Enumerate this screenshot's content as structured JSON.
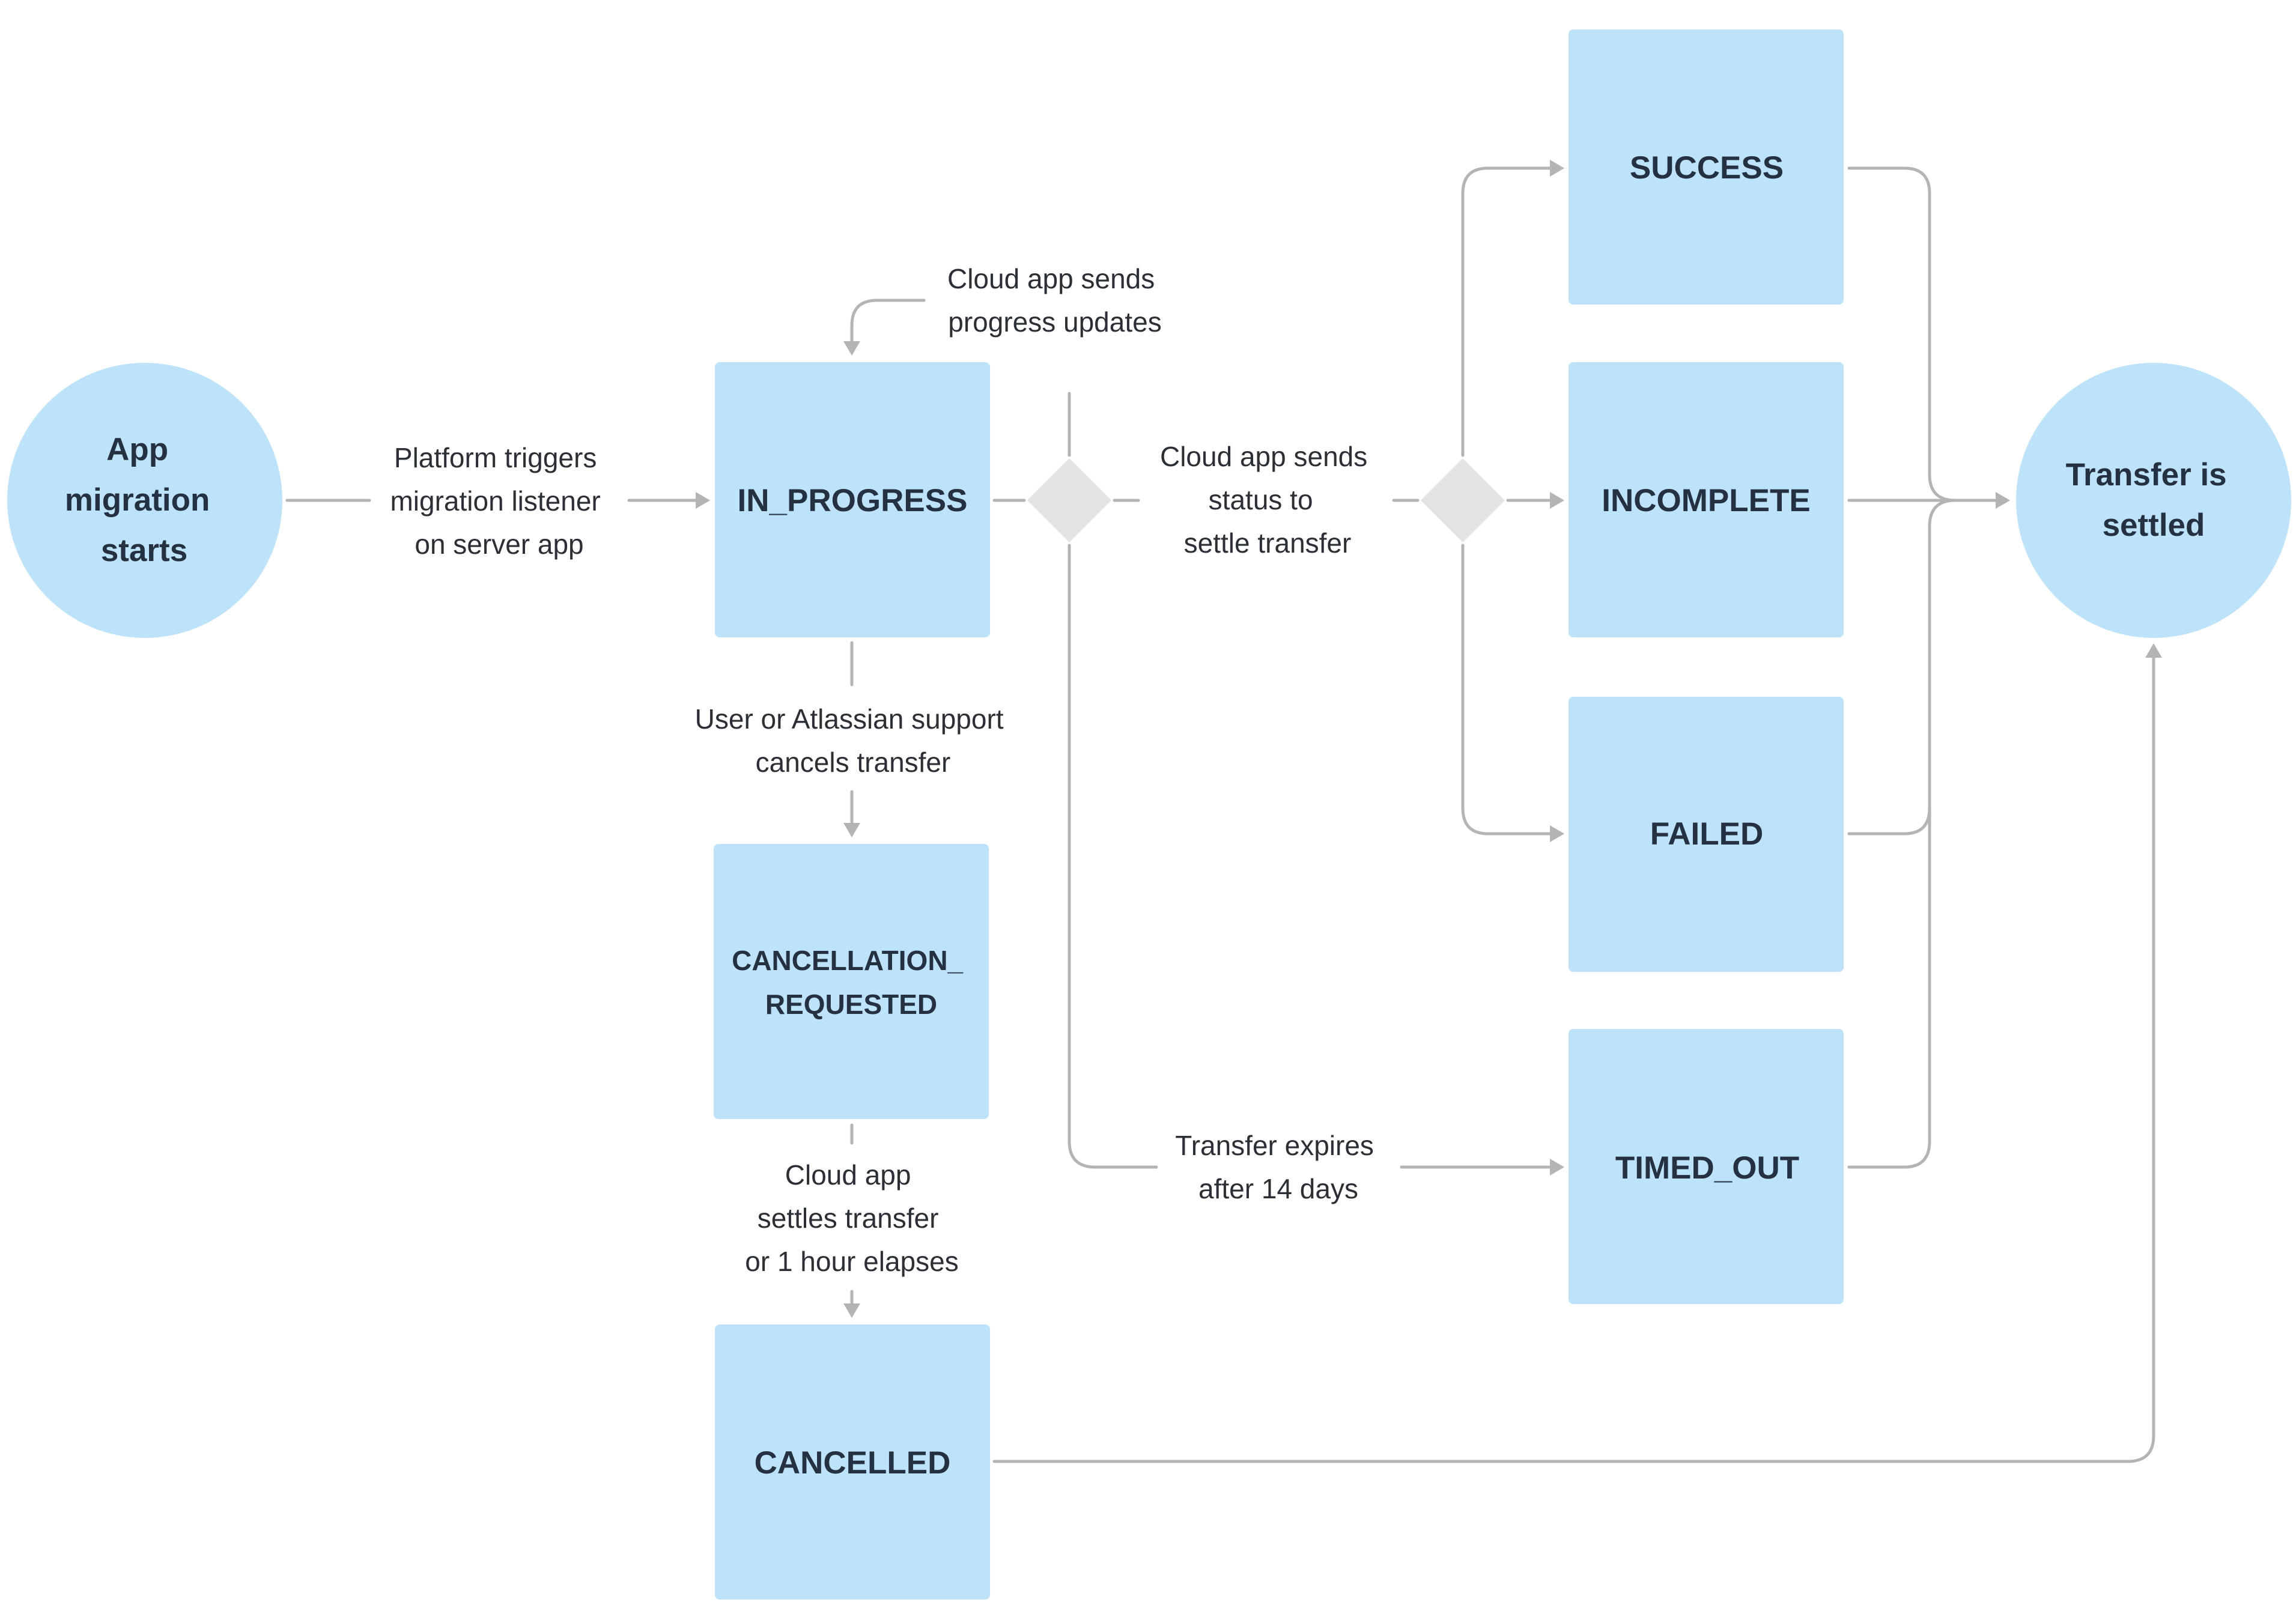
{
  "colors": {
    "node_fill": "#bde3fb",
    "connector": "#b4b4b4",
    "decision_fill": "#e4e4e4",
    "node_text": "#253040",
    "label_text": "#2b2f36"
  },
  "nodes": {
    "start": {
      "shape": "circle",
      "lines": [
        "App",
        "migration",
        "starts"
      ]
    },
    "in_progress": {
      "shape": "box",
      "lines": [
        "IN_PROGRESS"
      ]
    },
    "cancellation_requested": {
      "shape": "box",
      "lines": [
        "CANCELLATION_",
        "REQUESTED"
      ]
    },
    "cancelled": {
      "shape": "box",
      "lines": [
        "CANCELLED"
      ]
    },
    "success": {
      "shape": "box",
      "lines": [
        "SUCCESS"
      ]
    },
    "incomplete": {
      "shape": "box",
      "lines": [
        "INCOMPLETE"
      ]
    },
    "failed": {
      "shape": "box",
      "lines": [
        "FAILED"
      ]
    },
    "timed_out": {
      "shape": "box",
      "lines": [
        "TIMED_OUT"
      ]
    },
    "settled": {
      "shape": "circle",
      "lines": [
        "Transfer is",
        "settled"
      ]
    }
  },
  "edge_labels": {
    "platform_triggers": [
      "Platform triggers",
      "migration listener",
      "on server app"
    ],
    "progress_updates": [
      "Cloud app sends",
      "progress updates"
    ],
    "sends_status": [
      "Cloud app sends",
      "status to",
      "settle transfer"
    ],
    "user_cancels": [
      "User or Atlassian support",
      "cancels transfer"
    ],
    "cloud_settles": [
      "Cloud app",
      "settles transfer",
      "or 1 hour elapses"
    ],
    "transfer_expires": [
      "Transfer expires",
      "after 14 days"
    ]
  }
}
